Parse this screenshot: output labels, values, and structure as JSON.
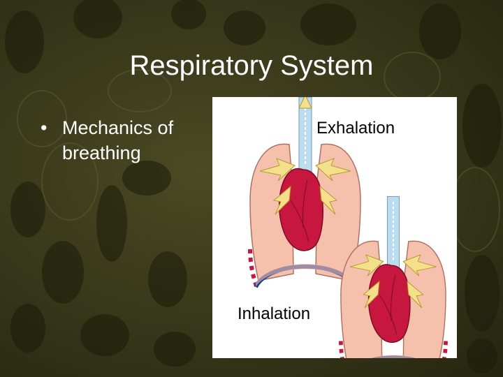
{
  "slide": {
    "title": "Respiratory System",
    "bullets": [
      {
        "marker": "•",
        "text": "Mechanics of breathing"
      }
    ]
  },
  "figure": {
    "labels": {
      "exhalation": "Exhalation",
      "inhalation": "Inhalation"
    }
  },
  "colors": {
    "background": "#3a3a1c",
    "lung": "#f5c1ad",
    "heart": "#c8173e",
    "trachea": "#bcdcef",
    "diaphragm": "#1f3c8f",
    "arrow": "#f4e08a"
  }
}
